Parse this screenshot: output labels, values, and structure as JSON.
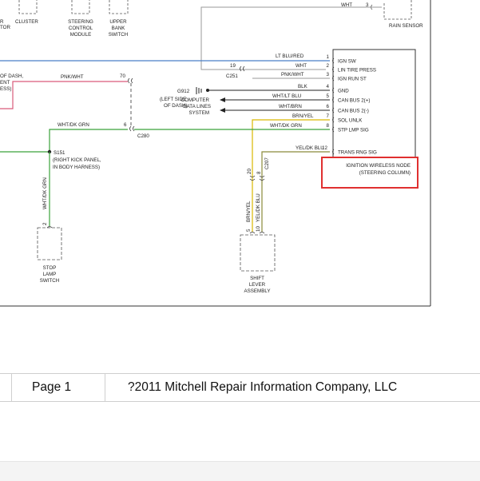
{
  "diagram": {
    "top_components": {
      "cluster_partial": "R",
      "cluster_partial2": "TOR",
      "cluster": "CLUSTER",
      "steering_control_module": [
        "STEERING",
        "CONTROL",
        "MODULE"
      ],
      "upper_bank_switch": [
        "UPPER",
        "BANK",
        "SWITCH"
      ],
      "rain_sensor": "RAIN SENSOR",
      "rain_sensor_wire": "WHT",
      "rain_sensor_pin": "3"
    },
    "left_notes": {
      "line1": "OF DASH,",
      "line2": "ENT",
      "line3": "ESS)"
    },
    "wires": {
      "lt_blu_red": "LT BLU/RED",
      "wht": "WHT",
      "pnk_wht": "PNK/WHT",
      "blk": "BLK",
      "wht_lt_blu": "WHT/LT BLU",
      "wht_brn": "WHT/BRN",
      "brn_yel": "BRN/YEL",
      "wht_dk_grn": "WHT/DK GRN",
      "yel_dk_blu": "YEL/DK BLU",
      "pnk_wht_left": "PNK/WHT",
      "wht_dk_grn_left": "WHT/DK GRN",
      "wht_dk_grn_vertical": "WHT/DK GRN",
      "brn_yel_vertical": "BRN/YEL",
      "yel_dk_blu_vertical": "YEL/DK BLU"
    },
    "connectors": {
      "c251": "C251",
      "c251_pin": "19",
      "c280": "C280",
      "pin70": "70",
      "pin6": "6",
      "c207": "C207",
      "c207_pin20": "20",
      "c207_pin8": "8",
      "g912": "G912",
      "g912_loc1": "(LEFT SIDE",
      "g912_loc2": "OF DASH)",
      "s151": "S151",
      "s151_loc1": "(RIGHT KICK PANEL,",
      "s151_loc2": "IN BODY HARNESS)",
      "stop_switch_pin": "2",
      "shift_pin5": "5",
      "shift_pin10": "10"
    },
    "computer_data_lines": [
      "COMPUTER",
      "DATA LINES",
      "SYSTEM"
    ],
    "module_pins": [
      {
        "num": "1",
        "name": "IGN SW"
      },
      {
        "num": "2",
        "name": "LIN TIRE PRESS"
      },
      {
        "num": "3",
        "name": "IGN RUN ST"
      },
      {
        "num": "4",
        "name": "GND"
      },
      {
        "num": "5",
        "name": "CAN BUS 2(+)"
      },
      {
        "num": "6",
        "name": "CAN BUS 2(-)"
      },
      {
        "num": "7",
        "name": "SOL UNLK"
      },
      {
        "num": "8",
        "name": "STP LMP SIG"
      },
      {
        "num": "12",
        "name": "TRANS RNG SIG"
      }
    ],
    "module_title": [
      "IGNITION WIRELESS NODE",
      "(STEERING COLUMN)"
    ],
    "stop_lamp_switch": [
      "STOP",
      "LAMP",
      "SWITCH"
    ],
    "shift_lever_assembly": [
      "SHIFT",
      "LEVER",
      "ASSEMBLY"
    ],
    "colors": {
      "blue_wire": "#4a7fc8",
      "pink_wire": "#d95a7a",
      "green_wire": "#3aa23a",
      "yellow_wire": "#d9b800",
      "highlight_box": "#e03030"
    }
  },
  "footer": {
    "page": "Page 1",
    "copyright": "?2011 Mitchell Repair Information Company, LLC"
  }
}
